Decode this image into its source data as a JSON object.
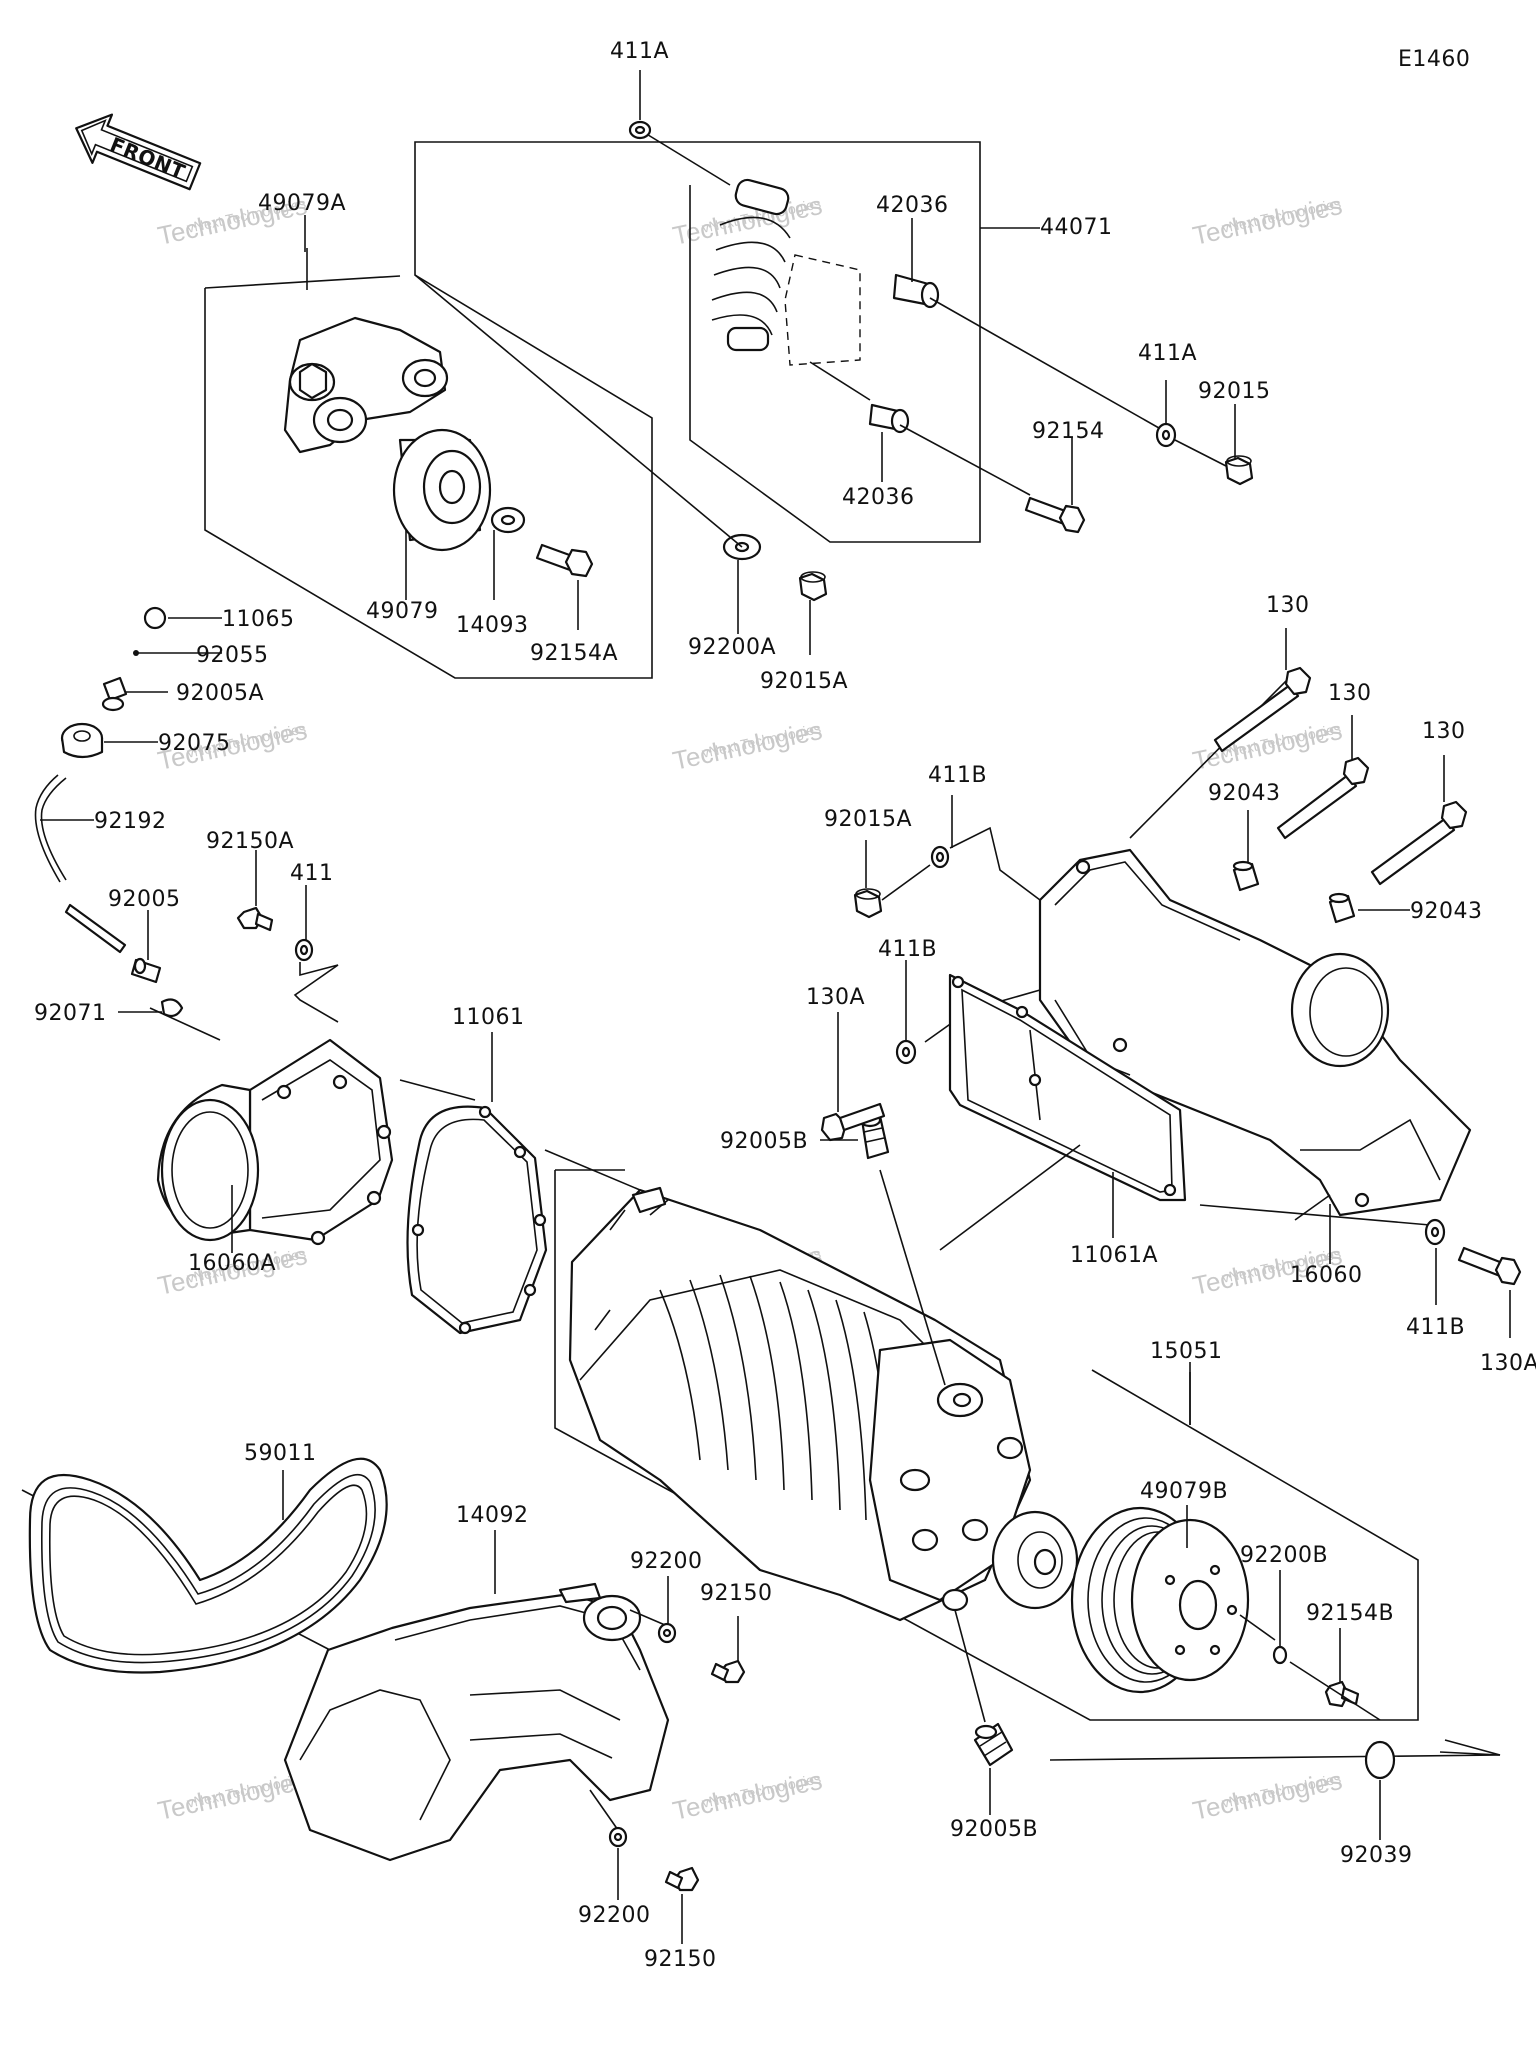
{
  "diagram": {
    "code": "E1460",
    "front_label": "FRONT",
    "watermark": {
      "line1": "vNext Technologies",
      "line2": "Technologies"
    },
    "part_labels": [
      "411A",
      "42036",
      "44071",
      "49079A",
      "42036",
      "411A",
      "92015",
      "92154",
      "49079",
      "14093",
      "92154A",
      "92200A",
      "92015A",
      "11065",
      "92055",
      "92005A",
      "92075",
      "92192",
      "92150A",
      "411",
      "92005",
      "92071",
      "130",
      "130",
      "130",
      "92043",
      "92043",
      "411B",
      "92015A",
      "411B",
      "130A",
      "11061",
      "16060A",
      "92005B",
      "11061A",
      "16060",
      "411B",
      "130A",
      "15051",
      "59011",
      "14092",
      "92200",
      "92150",
      "49079B",
      "92200B",
      "92154B",
      "92005B",
      "92039",
      "92200",
      "92150"
    ]
  }
}
